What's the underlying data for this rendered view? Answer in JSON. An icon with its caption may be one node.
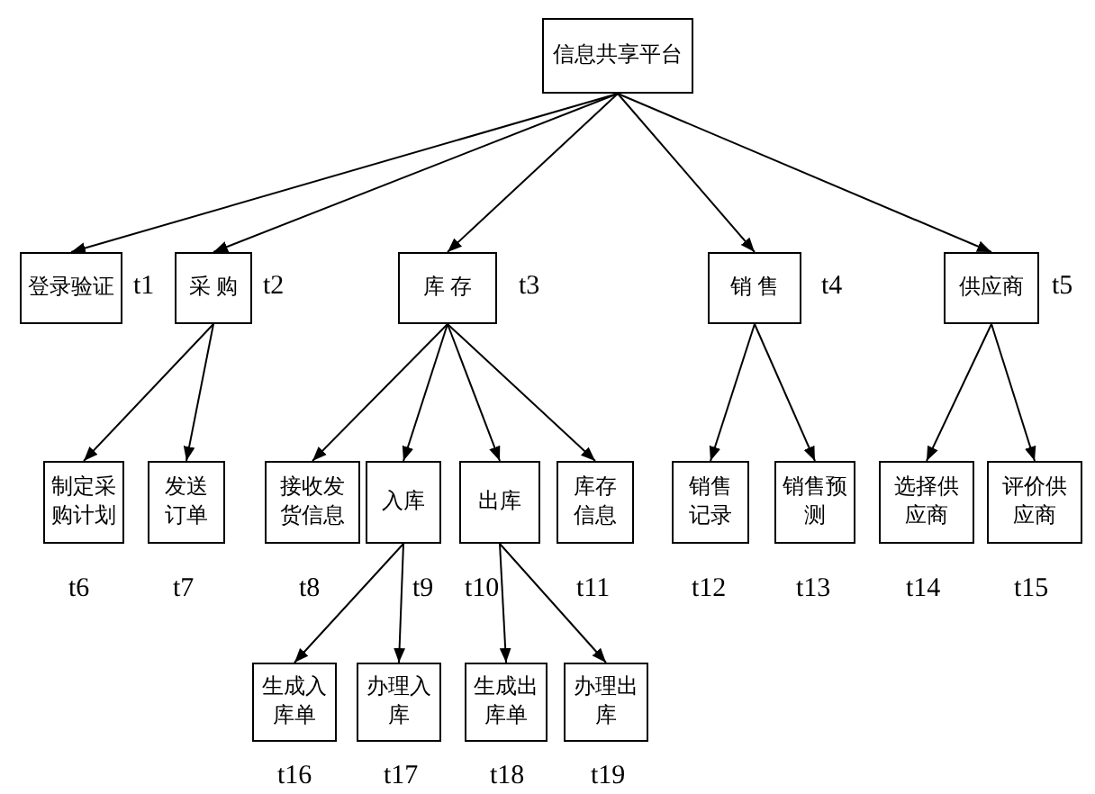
{
  "diagram": {
    "nodes": [
      {
        "text": [
          "信息共享平台"
        ]
      },
      {
        "text": [
          "登录验证"
        ],
        "beside": [
          "t1"
        ]
      },
      {
        "text": [
          "采 购"
        ],
        "beside": [
          "t2"
        ]
      },
      {
        "text": [
          "库 存"
        ],
        "beside": [
          "t3"
        ]
      },
      {
        "text": [
          "销 售"
        ],
        "beside": [
          "t4"
        ]
      },
      {
        "text": [
          "供应商"
        ],
        "beside": [
          "t5"
        ]
      },
      {
        "text": [
          "制定采购计划"
        ],
        "beside": [
          "t6"
        ]
      },
      {
        "text": [
          "发送订单"
        ],
        "beside": [
          "t7"
        ]
      },
      {
        "text": [
          "接收发货信息"
        ],
        "beside": [
          "t8"
        ]
      },
      {
        "text": [
          "入库"
        ],
        "beside": [
          "t9"
        ]
      },
      {
        "text": [
          "出库"
        ],
        "beside": [
          "t10"
        ]
      },
      {
        "text": [
          "库存信息"
        ],
        "beside": [
          "t11"
        ]
      },
      {
        "text": [
          "销售记录"
        ],
        "beside": [
          "t12"
        ]
      },
      {
        "text": [
          "销售预测"
        ],
        "beside": [
          "t13"
        ]
      },
      {
        "text": [
          "选择供应商"
        ],
        "beside": [
          "t14"
        ]
      },
      {
        "text": [
          "评价供应商"
        ],
        "beside": [
          "t15"
        ]
      },
      {
        "text": [
          "生成入库单"
        ],
        "beside": [
          "t16"
        ]
      },
      {
        "text": [
          "办理入库"
        ],
        "beside": [
          "t17"
        ]
      },
      {
        "text": [
          "生成出库单"
        ],
        "beside": [
          "t18"
        ]
      },
      {
        "text": [
          "办理出库"
        ],
        "beside": [
          "t19"
        ]
      }
    ],
    "edges": [
      {
        "from": 0,
        "to": 1,
        "arrow": "to"
      },
      {
        "from": 0,
        "to": 2,
        "arrow": "to"
      },
      {
        "from": 0,
        "to": 3,
        "arrow": "to"
      },
      {
        "from": 0,
        "to": 4,
        "arrow": "to"
      },
      {
        "from": 0,
        "to": 5,
        "arrow": "to"
      },
      {
        "from": 2,
        "to": 6,
        "arrow": "to"
      },
      {
        "from": 2,
        "to": 7,
        "arrow": "to"
      },
      {
        "from": 3,
        "to": 8,
        "arrow": "to"
      },
      {
        "from": 3,
        "to": 9,
        "arrow": "to"
      },
      {
        "from": 3,
        "to": 10,
        "arrow": "to"
      },
      {
        "from": 3,
        "to": 11,
        "arrow": "to"
      },
      {
        "from": 4,
        "to": 12,
        "arrow": "to"
      },
      {
        "from": 4,
        "to": 13,
        "arrow": "to"
      },
      {
        "from": 5,
        "to": 14,
        "arrow": "to"
      },
      {
        "from": 5,
        "to": 15,
        "arrow": "to"
      },
      {
        "from": 9,
        "to": 16,
        "arrow": "to"
      },
      {
        "from": 9,
        "to": 17,
        "arrow": "to"
      },
      {
        "from": 10,
        "to": 18,
        "arrow": "to"
      },
      {
        "from": 10,
        "to": 19,
        "arrow": "to"
      }
    ]
  }
}
